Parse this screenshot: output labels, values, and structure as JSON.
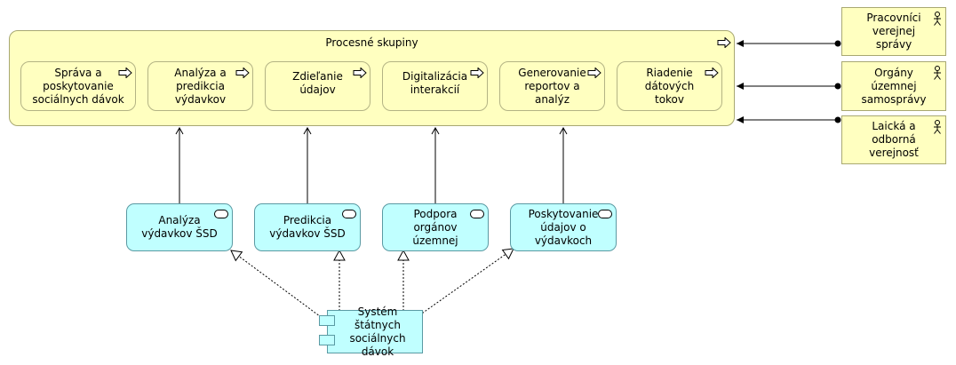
{
  "group": {
    "title": "Procesné skupiny",
    "icon": "process-arrow-icon"
  },
  "processes": [
    "Správa a\nposkytovanie\nsociálnych dávok",
    "Analýza a\npredikcia\nvýdavkov",
    "Zdieľanie\núdajov",
    "Digitalizácia\ninterakcií",
    "Generovanie\nreportov a\nanalýz",
    "Riadenie\ndátových\ntokov"
  ],
  "actors": [
    "Pracovníci\nverejnej správy",
    "Orgány\núzemnej\nsamosprávy",
    "Laická a\nodborná\nverejnosť"
  ],
  "services": [
    "Analýza\nvýdavkov ŠSD",
    "Predikcia\nvýdavkov ŠSD",
    "Podpora\norgánov\núzemnej",
    "Poskytovanie\núdajov o\nvýdavkoch"
  ],
  "component": {
    "label": "Systém štátnych\nsociálnych dávok",
    "icon": "component-icon"
  },
  "colors": {
    "business": "#ffffc0",
    "application": "#c0ffff"
  }
}
